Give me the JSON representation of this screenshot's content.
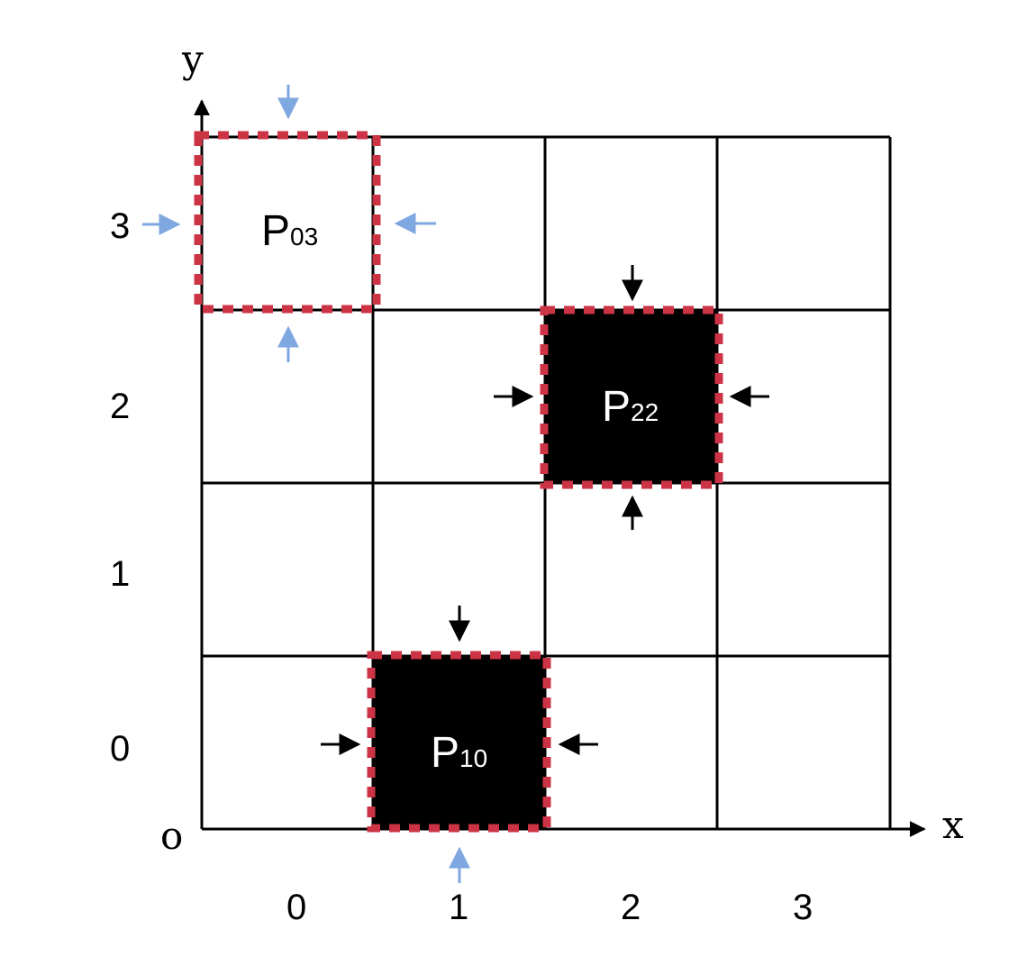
{
  "axes": {
    "x_label": "x",
    "y_label": "y",
    "origin_label": "o",
    "x_ticks": [
      "0",
      "1",
      "2",
      "3"
    ],
    "y_ticks": [
      "0",
      "1",
      "2",
      "3"
    ]
  },
  "cells": [
    {
      "id": "P03",
      "letter": "P",
      "sub": "03",
      "col": 0,
      "row": 3,
      "filled": false,
      "arrow_color": "light-blue",
      "arrow_sides": [
        "top",
        "bottom",
        "left",
        "right"
      ]
    },
    {
      "id": "P22",
      "letter": "P",
      "sub": "22",
      "col": 2,
      "row": 2,
      "filled": true,
      "arrow_color": "black",
      "arrow_sides": [
        "top",
        "bottom",
        "left",
        "right"
      ]
    },
    {
      "id": "P10",
      "letter": "P",
      "sub": "10",
      "col": 1,
      "row": 0,
      "filled": true,
      "arrow_color": "black",
      "arrow_sides": [
        "top",
        "left",
        "right"
      ],
      "extra_arrows": [
        {
          "side": "bottom",
          "color": "light-blue"
        }
      ]
    }
  ],
  "colors": {
    "grid": "#000000",
    "dashed_border": "#cc3344",
    "arrow_black": "#000000",
    "arrow_blue": "#7fa7e0",
    "cell_fill": "#000000",
    "cell_text_on_fill": "#ffffff",
    "cell_text_plain": "#000000"
  }
}
